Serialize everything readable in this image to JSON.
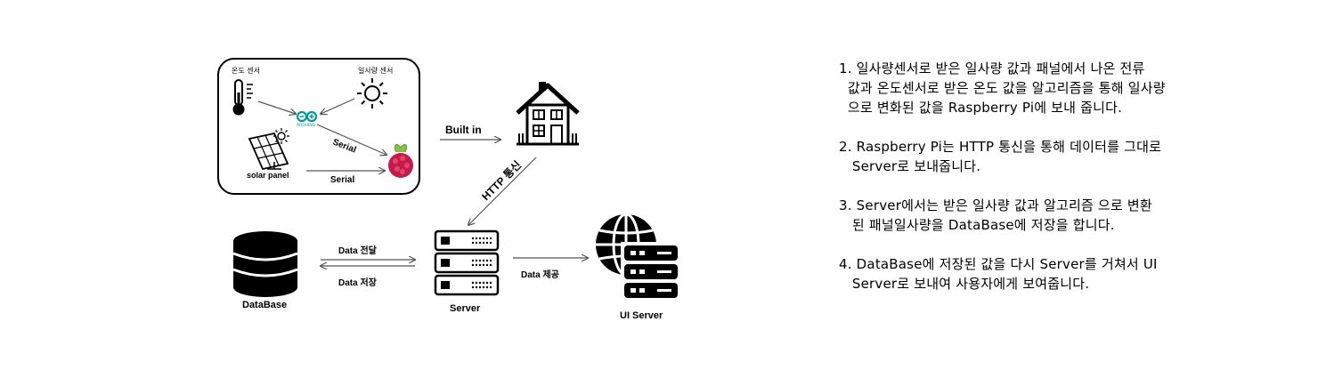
{
  "diagram": {
    "sensor_box": {
      "temp_label": "온도 센서",
      "sun_label": "일사량 센서",
      "arduino_label": "ARDUINO",
      "solar_label": "solar panel",
      "serial_label_1": "Serial",
      "serial_label_2": "Serial"
    },
    "built_in_label": "Built in",
    "http_label": "HTTP 통신",
    "database_label": "DataBase",
    "server_label": "Server",
    "ui_server_label": "UI Server",
    "data_transfer_label": "Data 전달",
    "data_store_label": "Data 저장",
    "data_provide_label": "Data 제공"
  },
  "steps": [
    {
      "lines": [
        "1. 일사량센서로 받은 일사량 값과 패널에서 나온 전류",
        "  값과 온도센서로 받은 온도 값을 알고리즘을 통해 일사량",
        "  으로 변화된 값을 Raspberry Pi에 보내 줍니다."
      ]
    },
    {
      "lines": [
        "2. Raspberry Pi는 HTTP 통신을 통해 데이터를 그대로",
        "   Server로 보내줍니다."
      ]
    },
    {
      "lines": [
        "3. Server에서는 받은 일사량 값과 알고리즘 으로 변환",
        "   된 패널일사량을 DataBase에 저장을 합니다."
      ]
    },
    {
      "lines": [
        "4. DataBase에 저장된 값을 다시 Server를 거쳐서 UI",
        "   Server로 보내여 사용자에게 보여줍니다."
      ]
    }
  ]
}
